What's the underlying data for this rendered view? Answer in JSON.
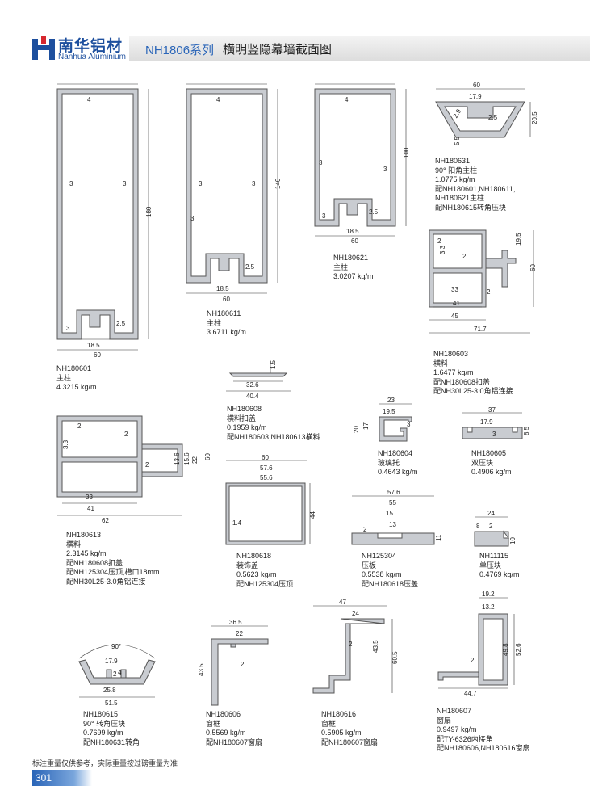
{
  "header": {
    "brand_cn": "南华铝材",
    "brand_en": "Nanhua Aluminium",
    "series": "NH1806系列",
    "title": "横明竖隐幕墙截面图"
  },
  "sections": [
    {
      "code": "NH180601",
      "type": "主柱",
      "weight": "4.3215 kg/m",
      "note": "",
      "dims": [
        "4",
        "3",
        "3",
        "3",
        "2.5",
        "18.5",
        "60",
        "180"
      ]
    },
    {
      "code": "NH180611",
      "type": "主柱",
      "weight": "3.6711 kg/m",
      "note": "",
      "dims": [
        "4",
        "3",
        "3",
        "3",
        "2.5",
        "18.5",
        "60",
        "140"
      ]
    },
    {
      "code": "NH180621",
      "type": "主柱",
      "weight": "3.0207 kg/m",
      "note": "",
      "dims": [
        "4",
        "3",
        "3",
        "3",
        "2.5",
        "18.5",
        "60",
        "100"
      ]
    },
    {
      "code": "NH180631",
      "type": "90° 阳角主柱",
      "weight": "1.0775 kg/m",
      "note": "配NH180601,NH180611,",
      "note2": "NH180621主柱",
      "note3": "配NH180615转角压块",
      "dims": [
        "60",
        "17.9",
        "2.9",
        "2.5",
        "5.5",
        "20.5"
      ]
    },
    {
      "code": "NH180603",
      "type": "横料",
      "weight": "1.6477 kg/m",
      "note": "配NH180608扣盖",
      "note2": "配NH30L25-3.0角铝连接",
      "dims": [
        "2",
        "19.5",
        "3.3",
        "2",
        "33",
        "41",
        "45",
        "71.7",
        "60",
        "2"
      ]
    },
    {
      "code": "NH180608",
      "type": "横料扣盖",
      "weight": "0.1959 kg/m",
      "note": "配NH180603,NH180613横料",
      "dims": [
        "1.5",
        "32.6",
        "40.4"
      ]
    },
    {
      "code": "NH180613",
      "type": "横料",
      "weight": "2.3145 kg/m",
      "note": "配NH180608扣盖",
      "note2": "配NH125304压顶,槽口18mm",
      "note3": "配NH30L25-3.0角铝连接",
      "dims": [
        "2",
        "2",
        "3.3",
        "2",
        "13.6",
        "15.6",
        "22",
        "60",
        "33",
        "41",
        "62"
      ]
    },
    {
      "code": "NH180604",
      "type": "玻璃托",
      "weight": "0.4643 kg/m",
      "note": "",
      "dims": [
        "23",
        "19.5",
        "3",
        "20",
        "17"
      ]
    },
    {
      "code": "NH180605",
      "type": "双压块",
      "weight": "0.4906 kg/m",
      "note": "",
      "dims": [
        "37",
        "17.9",
        "3",
        "8.5"
      ]
    },
    {
      "code": "NH180618",
      "type": "装饰盖",
      "weight": "0.5623 kg/m",
      "note": "配NH125304压顶",
      "dims": [
        "60",
        "57.6",
        "55.6",
        "44",
        "1.4"
      ]
    },
    {
      "code": "NH125304",
      "type": "压板",
      "weight": "0.5538 kg/m",
      "note": "配NH180618压盖",
      "dims": [
        "57.6",
        "55",
        "15",
        "13",
        "2",
        "11"
      ]
    },
    {
      "code": "NH11115",
      "type": "单压块",
      "weight": "0.4769 kg/m",
      "note": "",
      "dims": [
        "24",
        "8",
        "2",
        "10"
      ]
    },
    {
      "code": "NH180615",
      "type": "90° 转角压块",
      "weight": "0.7699 kg/m",
      "note": "配NH180631转角",
      "dims": [
        "90°",
        "17.9",
        "2",
        "4",
        "25.8",
        "51.5"
      ]
    },
    {
      "code": "NH180606",
      "type": "窗框",
      "weight": "0.5569 kg/m",
      "note": "配NH180607窗扇",
      "dims": [
        "36.5",
        "22",
        "43.5",
        "2"
      ]
    },
    {
      "code": "NH180616",
      "type": "窗框",
      "weight": "0.5905 kg/m",
      "note": "配NH180607窗扇",
      "dims": [
        "47",
        "24",
        "2",
        "43.5",
        "60.5"
      ]
    },
    {
      "code": "NH180607",
      "type": "窗扇",
      "weight": "0.9497 kg/m",
      "note": "配TY-6326内接角",
      "note2": "配NH180606,NH180616窗扇",
      "dims": [
        "19.2",
        "13.2",
        "2",
        "49.8",
        "52.6",
        "44.7"
      ]
    }
  ],
  "footer": {
    "note": "标注重量仅供参考，实际重量按过磅重量为准",
    "page": "301"
  },
  "colors": {
    "brand": "#1d4f9e",
    "logo_red": "#d7282f",
    "accent": "#2a65b8",
    "profile_fill": "#c9ccd1"
  }
}
